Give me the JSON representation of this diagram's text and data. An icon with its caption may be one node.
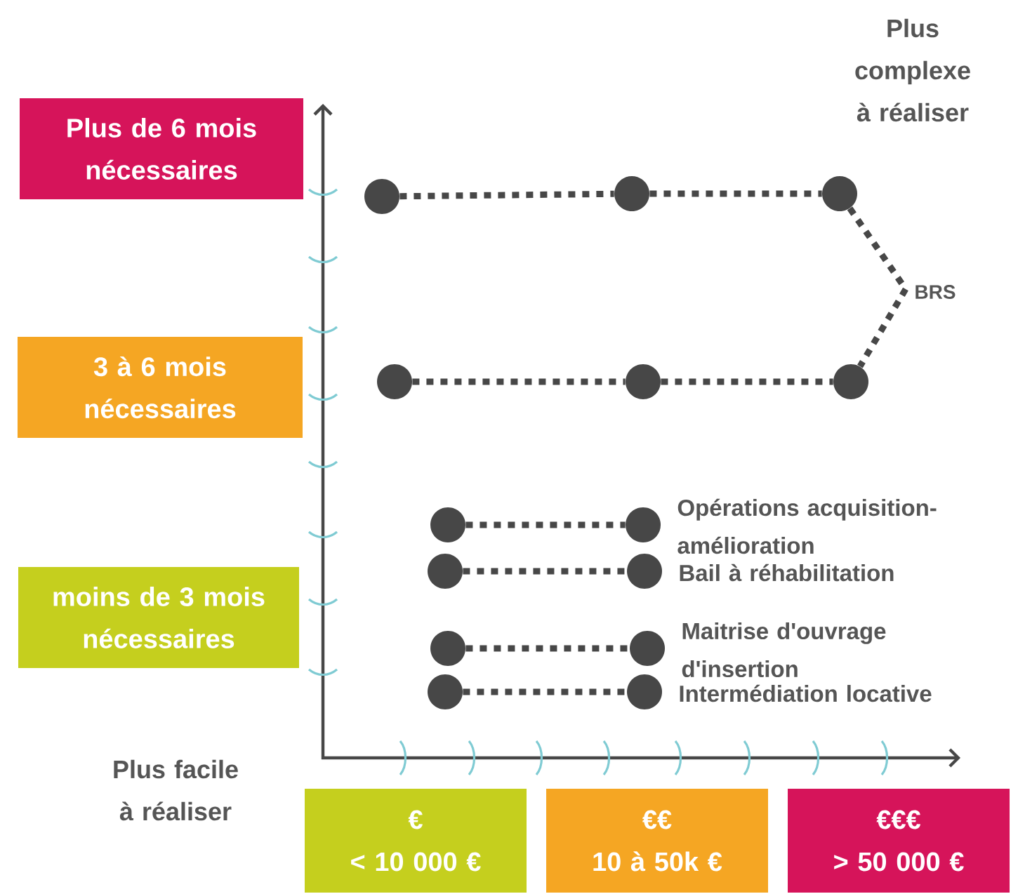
{
  "diagram": {
    "nodes": [
      {
        "text": [
          "Plus de 6 mois nécessaires"
        ]
      },
      {
        "text": [
          "3 à 6 mois nécessaires"
        ]
      },
      {
        "text": [
          "moins de 3 mois nécessaires"
        ]
      },
      {
        "text": [
          "€",
          "< 10 000 €"
        ]
      },
      {
        "text": [
          "€€",
          "10 à 50k €"
        ]
      },
      {
        "text": [
          "€€€",
          "> 50 000 €"
        ]
      },
      {
        "text": [],
        "shape": "circle"
      },
      {
        "text": [],
        "shape": "circle"
      },
      {
        "text": [],
        "shape": "circle"
      },
      {
        "text": [],
        "shape": "circle"
      },
      {
        "text": [],
        "shape": "circle"
      },
      {
        "text": [],
        "shape": "circle"
      },
      {
        "text": [],
        "shape": "circle"
      },
      {
        "text": [],
        "shape": "circle",
        "beside": [
          "Opérations acquisition-amélioration"
        ]
      },
      {
        "text": [],
        "shape": "circle"
      },
      {
        "text": [],
        "shape": "circle",
        "beside": [
          "Bail à réhabilitation"
        ]
      },
      {
        "text": [],
        "shape": "circle"
      },
      {
        "text": [],
        "shape": "circle",
        "beside": [
          "Maitrise d'ouvrage d'insertion"
        ]
      },
      {
        "text": [],
        "shape": "circle"
      },
      {
        "text": [],
        "shape": "circle",
        "beside": [
          "Intermédiation locative"
        ]
      }
    ],
    "edges": [
      {
        "from": 6,
        "to": 7,
        "arrow": "none"
      },
      {
        "from": 7,
        "to": 8,
        "arrow": "none"
      },
      {
        "from": 8,
        "to": 11,
        "arrow": "none",
        "label": "BRS"
      },
      {
        "from": 9,
        "to": 10,
        "arrow": "none"
      },
      {
        "from": 10,
        "to": 11,
        "arrow": "none"
      },
      {
        "from": 12,
        "to": 13,
        "arrow": "none"
      },
      {
        "from": 14,
        "to": 15,
        "arrow": "none"
      },
      {
        "from": 16,
        "to": 17,
        "arrow": "none"
      },
      {
        "from": 18,
        "to": 19,
        "arrow": "none"
      }
    ],
    "labels": [
      "Plus complexe à réaliser",
      "Plus facile à réaliser"
    ]
  }
}
